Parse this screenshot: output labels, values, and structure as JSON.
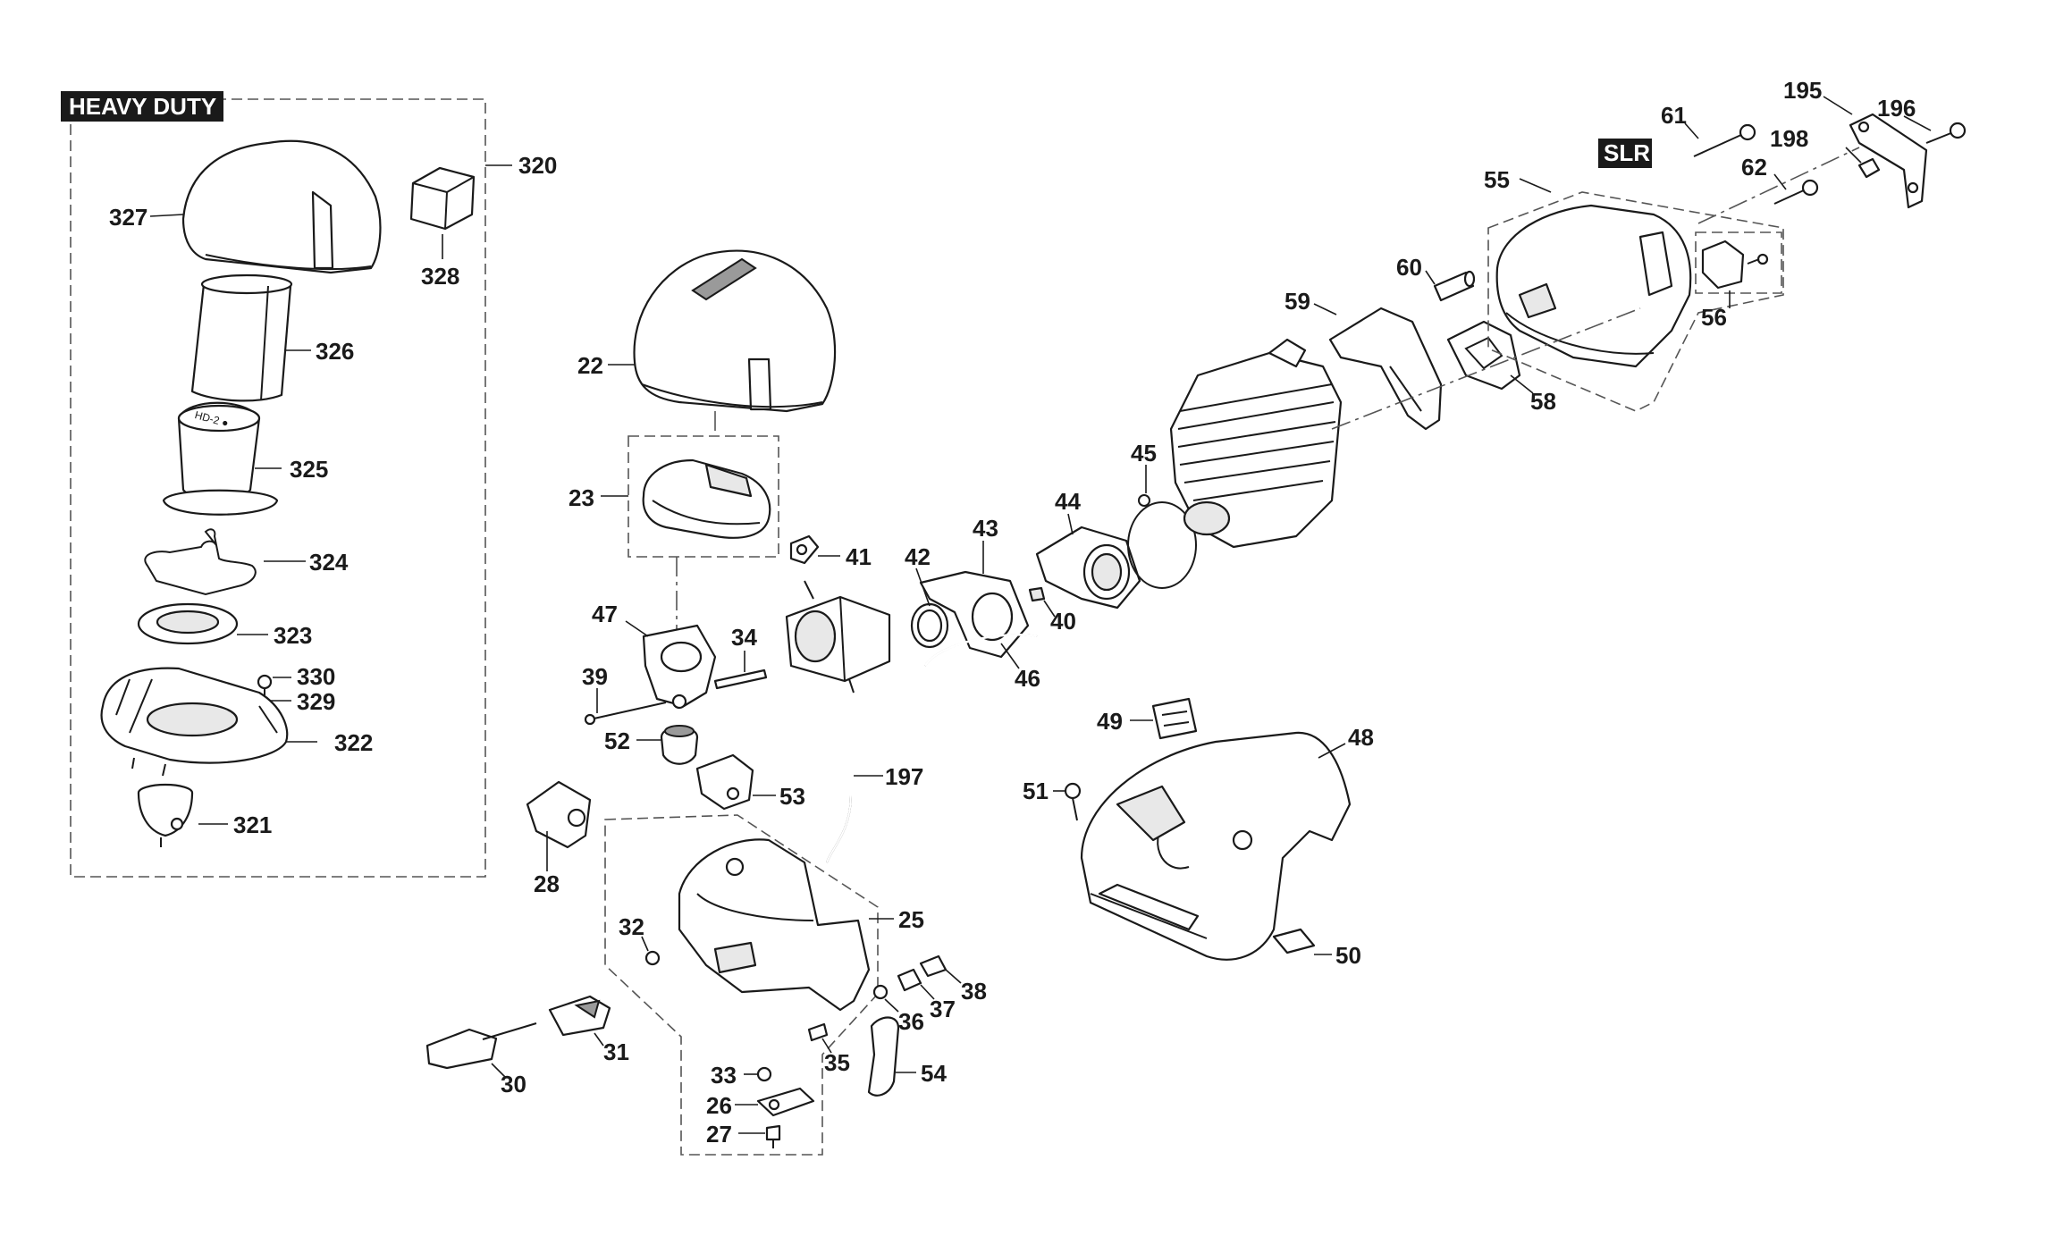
{
  "tags": {
    "heavy_duty": "HEAVY DUTY",
    "slr": "SLR"
  },
  "labels": {
    "l320": "320",
    "l327": "327",
    "l328": "328",
    "l326": "326",
    "l325": "325",
    "l324": "324",
    "l323": "323",
    "l330": "330",
    "l329": "329",
    "l322": "322",
    "l321": "321",
    "l22": "22",
    "l23": "23",
    "l41": "41",
    "l42": "42",
    "l43": "43",
    "l44": "44",
    "l45": "45",
    "l40": "40",
    "l46": "46",
    "l47": "47",
    "l34": "34",
    "l39": "39",
    "l52": "52",
    "l53": "53",
    "l197": "197",
    "l28": "28",
    "l25": "25",
    "l32": "32",
    "l31": "31",
    "l30": "30",
    "l33": "33",
    "l26": "26",
    "l27": "27",
    "l35": "35",
    "l36": "36",
    "l37": "37",
    "l38": "38",
    "l54": "54",
    "l49": "49",
    "l48": "48",
    "l51": "51",
    "l50": "50",
    "l59": "59",
    "l60": "60",
    "l58": "58",
    "l55": "55",
    "l56": "56",
    "l61": "61",
    "l62": "62",
    "l195": "195",
    "l196": "196",
    "l198": "198"
  }
}
